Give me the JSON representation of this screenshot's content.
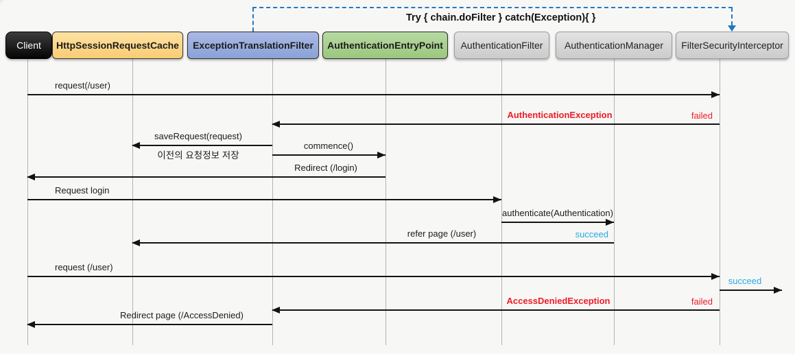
{
  "annotation": {
    "try_catch": "Try { chain.doFilter } catch(Exception){ }"
  },
  "colors": {
    "error_red": "#ed1c24",
    "success_cyan": "#29abe2",
    "connector_blue": "#2279be",
    "arrow_black": "#131313"
  },
  "actors": [
    {
      "id": "client",
      "label": "Client",
      "theme": "black"
    },
    {
      "id": "cache",
      "label": "HttpSessionRequestCache",
      "theme": "orange"
    },
    {
      "id": "etf",
      "label": "ExceptionTranslationFilter",
      "theme": "blue"
    },
    {
      "id": "aep",
      "label": "AuthenticationEntryPoint",
      "theme": "green"
    },
    {
      "id": "af",
      "label": "AuthenticationFilter",
      "theme": "gray"
    },
    {
      "id": "am",
      "label": "AuthenticationManager",
      "theme": "gray"
    },
    {
      "id": "fsi",
      "label": "FilterSecurityInterceptor",
      "theme": "gray"
    }
  ],
  "messages": [
    {
      "id": "request-user-1",
      "from": "client",
      "to": "fsi",
      "label": "request(/user)"
    },
    {
      "id": "auth-exception-return",
      "from": "fsi",
      "to": "etf",
      "label": "AuthenticationException",
      "label_style": "error-bold",
      "status": "failed",
      "status_style": "error"
    },
    {
      "id": "save-request",
      "from": "etf",
      "to": "cache",
      "label": "saveRequest(request)",
      "sublabel": "이전의 요청정보 저장"
    },
    {
      "id": "commence",
      "from": "etf",
      "to": "aep",
      "label": "commence()"
    },
    {
      "id": "redirect-login",
      "from": "aep",
      "to": "client",
      "label": "Redirect (/login)"
    },
    {
      "id": "request-login",
      "from": "client",
      "to": "af",
      "label": "Request login"
    },
    {
      "id": "authenticate",
      "from": "af",
      "to": "am",
      "label": "authenticate(Authentication)"
    },
    {
      "id": "refer-page",
      "from": "am",
      "to": "cache",
      "label": "refer page (/user)",
      "status": "succeed",
      "status_style": "success"
    },
    {
      "id": "request-user-2",
      "from": "client",
      "to": "fsi",
      "label": "request (/user)"
    },
    {
      "id": "succeed-out",
      "from": "fsi",
      "to": "edge",
      "label": "succeed",
      "label_style": "success"
    },
    {
      "id": "access-denied-return",
      "from": "fsi",
      "to": "etf",
      "label": "AccessDeniedException",
      "label_style": "error-bold",
      "status": "failed",
      "status_style": "error"
    },
    {
      "id": "redirect-access-denied",
      "from": "etf",
      "to": "client",
      "label": "Redirect page (/AccessDenied)"
    }
  ]
}
